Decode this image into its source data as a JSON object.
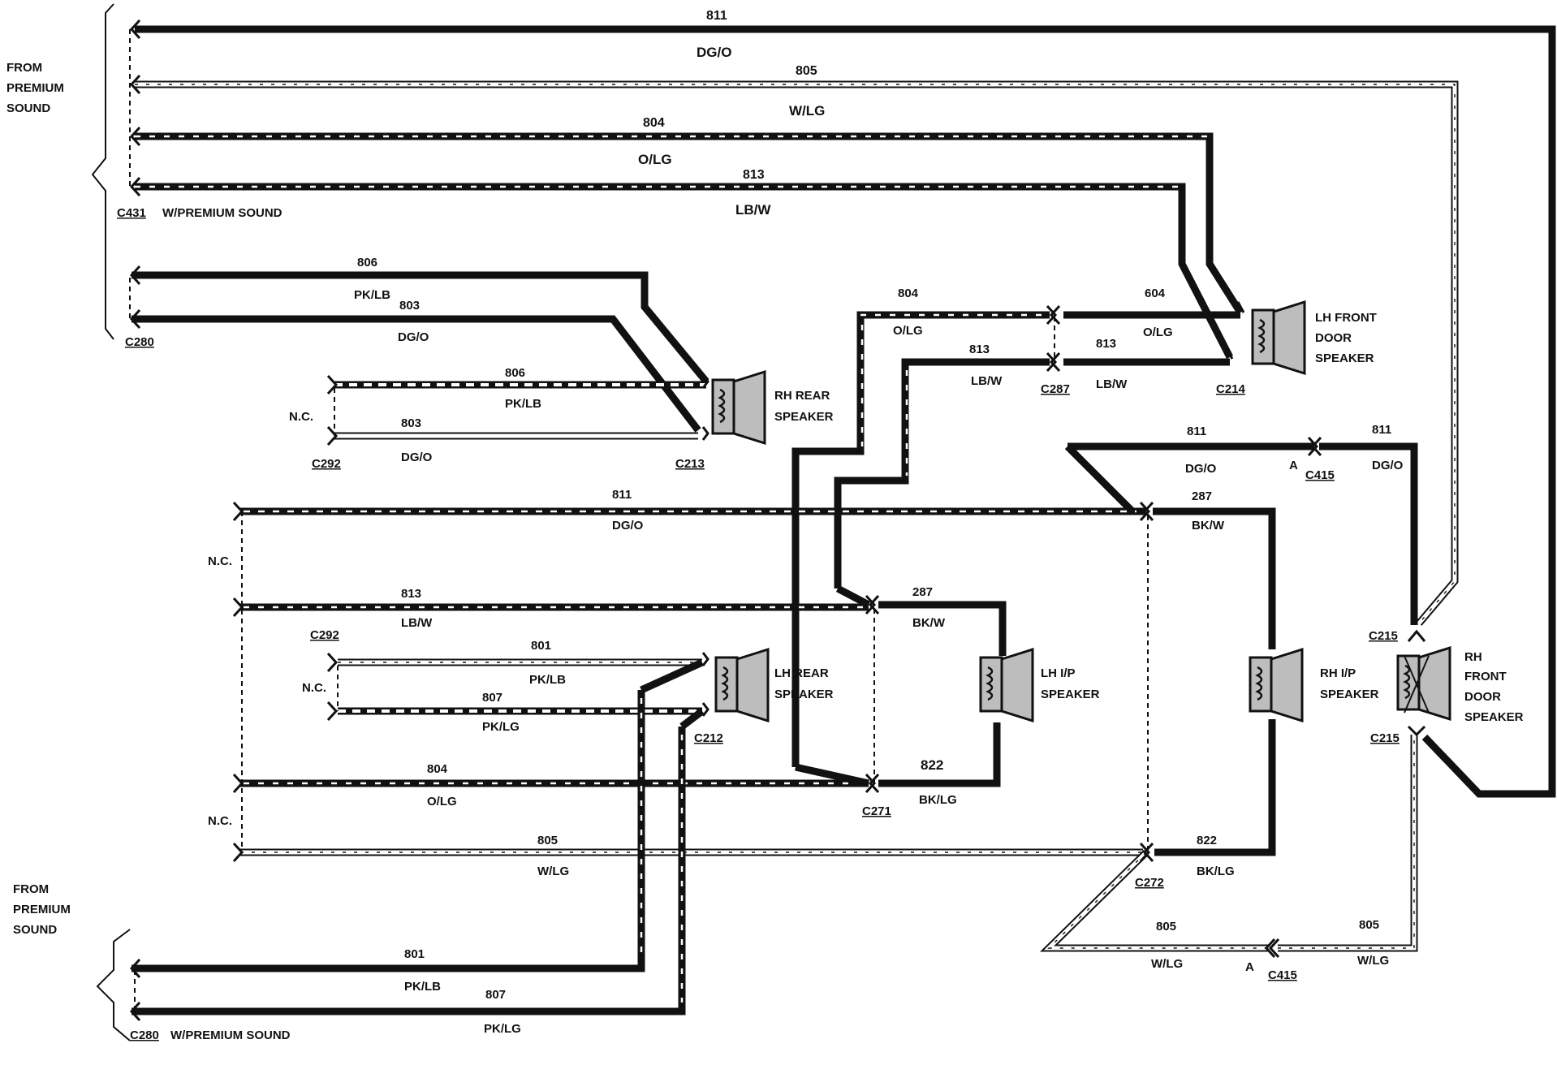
{
  "side_labels": {
    "top_from": [
      "FROM",
      "PREMIUM",
      "SOUND"
    ],
    "bottom_from": [
      "FROM",
      "PREMIUM",
      "SOUND"
    ]
  },
  "connectors": {
    "c431": "C431",
    "c431_note": "W/PREMIUM SOUND",
    "c280_top": "C280",
    "c280_bottom": "C280",
    "c280_bottom_note": "W/PREMIUM SOUND",
    "c292_a": "C292",
    "c292_b": "C292",
    "c213": "C213",
    "c212": "C212",
    "c287": "C287",
    "c214": "C214",
    "c271": "C271",
    "c272": "C272",
    "c415_a": "C415",
    "c415_b": "C415",
    "c215_a": "C215",
    "c215_b": "C215",
    "pin_a1": "A",
    "pin_a2": "A"
  },
  "nc_labels": [
    "N.C.",
    "N.C.",
    "N.C.",
    "N.C."
  ],
  "speakers": {
    "rh_rear": [
      "RH REAR",
      "SPEAKER"
    ],
    "lh_front_door": [
      "LH FRONT",
      "DOOR",
      "SPEAKER"
    ],
    "lh_rear": [
      "LH REAR",
      "SPEAKER"
    ],
    "lh_ip": [
      "LH I/P",
      "SPEAKER"
    ],
    "rh_ip": [
      "RH I/P",
      "SPEAKER"
    ],
    "rh_front_door": [
      "RH",
      "FRONT",
      "DOOR",
      "SPEAKER"
    ]
  },
  "wires": {
    "w811_top": {
      "num": "811",
      "color": "DG/O"
    },
    "w805_top": {
      "num": "805",
      "color": "W/LG"
    },
    "w804_top": {
      "num": "804",
      "color": "O/LG"
    },
    "w813_top": {
      "num": "813",
      "color": "LB/W"
    },
    "w806_c280": {
      "num": "806",
      "color": "PK/LB"
    },
    "w803_c280": {
      "num": "803",
      "color": "DG/O"
    },
    "w806_c292": {
      "num": "806",
      "color": "PK/LB"
    },
    "w803_c292": {
      "num": "803",
      "color": "DG/O"
    },
    "w804_mid": {
      "num": "804",
      "color": "O/LG"
    },
    "w604_mid": {
      "num": "604",
      "color": "O/LG"
    },
    "w813_mid_a": {
      "num": "813",
      "color": "LB/W"
    },
    "w813_mid_b": {
      "num": "813",
      "color": "LB/W"
    },
    "w811_c415": {
      "num": "811",
      "color": "DG/O"
    },
    "w811_c415_r": {
      "num": "811",
      "color": "DG/O"
    },
    "w811_mid": {
      "num": "811",
      "color": "DG/O"
    },
    "w287_rh": {
      "num": "287",
      "color": "BK/W"
    },
    "w813_lh": {
      "num": "813",
      "color": "LB/W"
    },
    "w287_lh": {
      "num": "287",
      "color": "BK/W"
    },
    "w801_c292": {
      "num": "801",
      "color": "PK/LB"
    },
    "w807_c292": {
      "num": "807",
      "color": "PK/LG"
    },
    "w804_low": {
      "num": "804",
      "color": "O/LG"
    },
    "w822_lh": {
      "num": "822",
      "color": "BK/LG"
    },
    "w805_low": {
      "num": "805",
      "color": "W/LG"
    },
    "w822_rh": {
      "num": "822",
      "color": "BK/LG"
    },
    "w805_c415_l": {
      "num": "805",
      "color": "W/LG"
    },
    "w805_c415_r": {
      "num": "805",
      "color": "W/LG"
    },
    "w801_bot": {
      "num": "801",
      "color": "PK/LB"
    },
    "w807_bot": {
      "num": "807",
      "color": "PK/LG"
    }
  }
}
